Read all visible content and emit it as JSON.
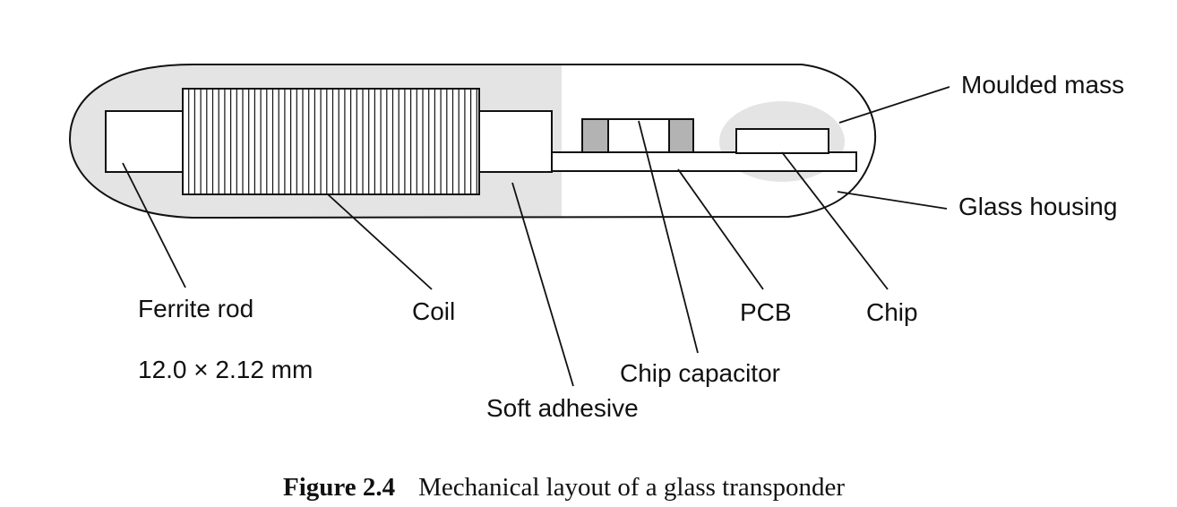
{
  "labels": {
    "moulded_mass": "Moulded mass",
    "glass_housing": "Glass housing",
    "ferrite_rod": "Ferrite rod",
    "dimensions": "12.0 × 2.12 mm",
    "coil": "Coil",
    "pcb": "PCB",
    "chip": "Chip",
    "chip_capacitor": "Chip capacitor",
    "soft_adhesive": "Soft adhesive"
  },
  "caption": {
    "number": "Figure 2.4",
    "text": "Mechanical layout of a glass transponder"
  }
}
